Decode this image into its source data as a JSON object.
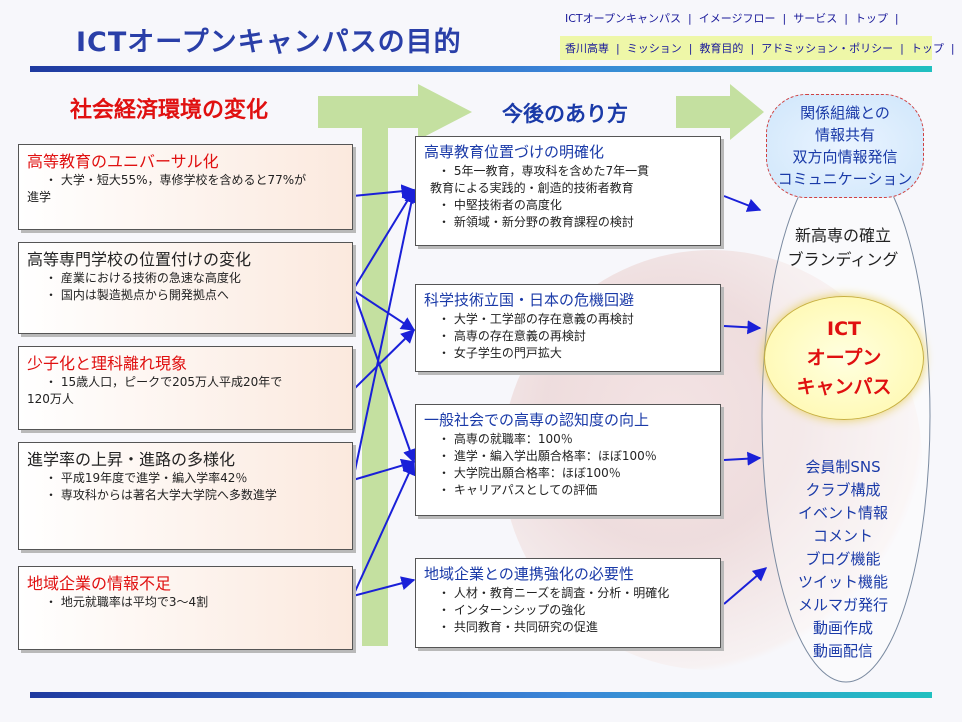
{
  "title": "ICTオープンキャンパスの目的",
  "nav_top": [
    "ICTオープンキャンパス",
    "イメージフロー",
    "サービス",
    "トップ"
  ],
  "nav_bottom": [
    "香川高専",
    "ミッション",
    "教育目的",
    "アドミッション・ポリシー",
    "トップ"
  ],
  "heading_left": "社会経済環境の変化",
  "heading_mid": "今後のあり方",
  "left_boxes": [
    {
      "title": "高等教育のユニバーサル化",
      "items": [
        "・ 大学・短大55%，専修学校を含めると77%が",
        "進学"
      ]
    },
    {
      "title": "高等専門学校の位置付けの変化",
      "items": [
        "・ 産業における技術の急速な高度化",
        "・ 国内は製造拠点から開発拠点へ"
      ]
    },
    {
      "title": "少子化と理科離れ現象",
      "items": [
        "・ 15歳人口，ピークで205万人平成20年で",
        "120万人"
      ]
    },
    {
      "title": "進学率の上昇・進路の多様化",
      "items": [
        "・ 平成19年度で進学・編入学率42％",
        "・ 専攻科からは著名大学大学院へ多数進学"
      ]
    },
    {
      "title": "地域企業の情報不足",
      "items": [
        "・ 地元就職率は平均で3～4割"
      ]
    }
  ],
  "mid_boxes": [
    {
      "title": "高専教育位置づけの明確化",
      "items": [
        "・ 5年一教育，専攻科を含めた7年一貫",
        "教育による実践的・創造的技術者教育",
        "・ 中堅技術者の高度化",
        "・ 新領域・新分野の教育課程の検討"
      ]
    },
    {
      "title": "科学技術立国・日本の危機回避",
      "items": [
        "・ 大学・工学部の存在意義の再検討",
        "・ 高専の存在意義の再検討",
        "・ 女子学生の門戸拡大"
      ]
    },
    {
      "title": "一般社会での高専の認知度の向上",
      "items": [
        "・ 高専の就職率：100％",
        "・ 進学・編入学出願合格率：ほぼ100％",
        "・ 大学院出願合格率：ほぼ100％",
        "・ キャリアパスとしての評価"
      ]
    },
    {
      "title": "地域企業との連携強化の必要性",
      "items": [
        "・ 人材・教育ニーズを調査・分析・明確化",
        "・ インターンシップの強化",
        "・ 共同教育・共同研究の促進"
      ]
    }
  ],
  "right_top": [
    "関係組織との",
    "情報共有",
    "双方向情報発信",
    "コミュニケーション"
  ],
  "right_brand": [
    "新高専の確立",
    "ブランディング"
  ],
  "ict_circle": [
    "ICT",
    "オープン",
    "キャンパス"
  ],
  "features": [
    "会員制SNS",
    "クラブ構成",
    "イベント情報",
    "コメント",
    "ブログ機能",
    "ツイット機能",
    "メルマガ発行",
    "動画作成",
    "動画配信"
  ],
  "colors": {
    "accent_red": "#e01010",
    "accent_blue": "#1a3aa8",
    "arrow_green": "#c4e0a0",
    "connector_blue": "#1a20d8"
  }
}
